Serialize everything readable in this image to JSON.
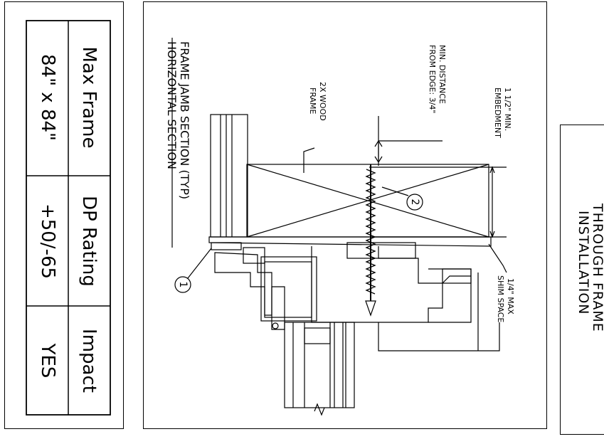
{
  "table": {
    "rows": [
      {
        "label": "Max Frame",
        "value": "84\" x 84\""
      },
      {
        "label": "DP Rating",
        "value": "+50/-65"
      },
      {
        "label": "Impact",
        "value": "YES"
      }
    ]
  },
  "drawing": {
    "title": "FRAME JAMB SECTION (TYP)",
    "subtitle": "HORIZONTAL SECTION",
    "labels": {
      "wood_frame": [
        "2X WOOD",
        "FRAME"
      ],
      "min_distance": [
        "MIN. DISTANCE",
        "FROM EDGE: 3/4\""
      ],
      "embedment": [
        "1 1/2\" MIN.",
        "EMBEDMENT"
      ],
      "shim": [
        "1/4\" MAX",
        "SHIM SPACE"
      ]
    },
    "callouts": [
      "1",
      "2"
    ]
  },
  "title_block": {
    "lines": [
      "THROUGH FRAME",
      "INSTALLATION"
    ]
  }
}
